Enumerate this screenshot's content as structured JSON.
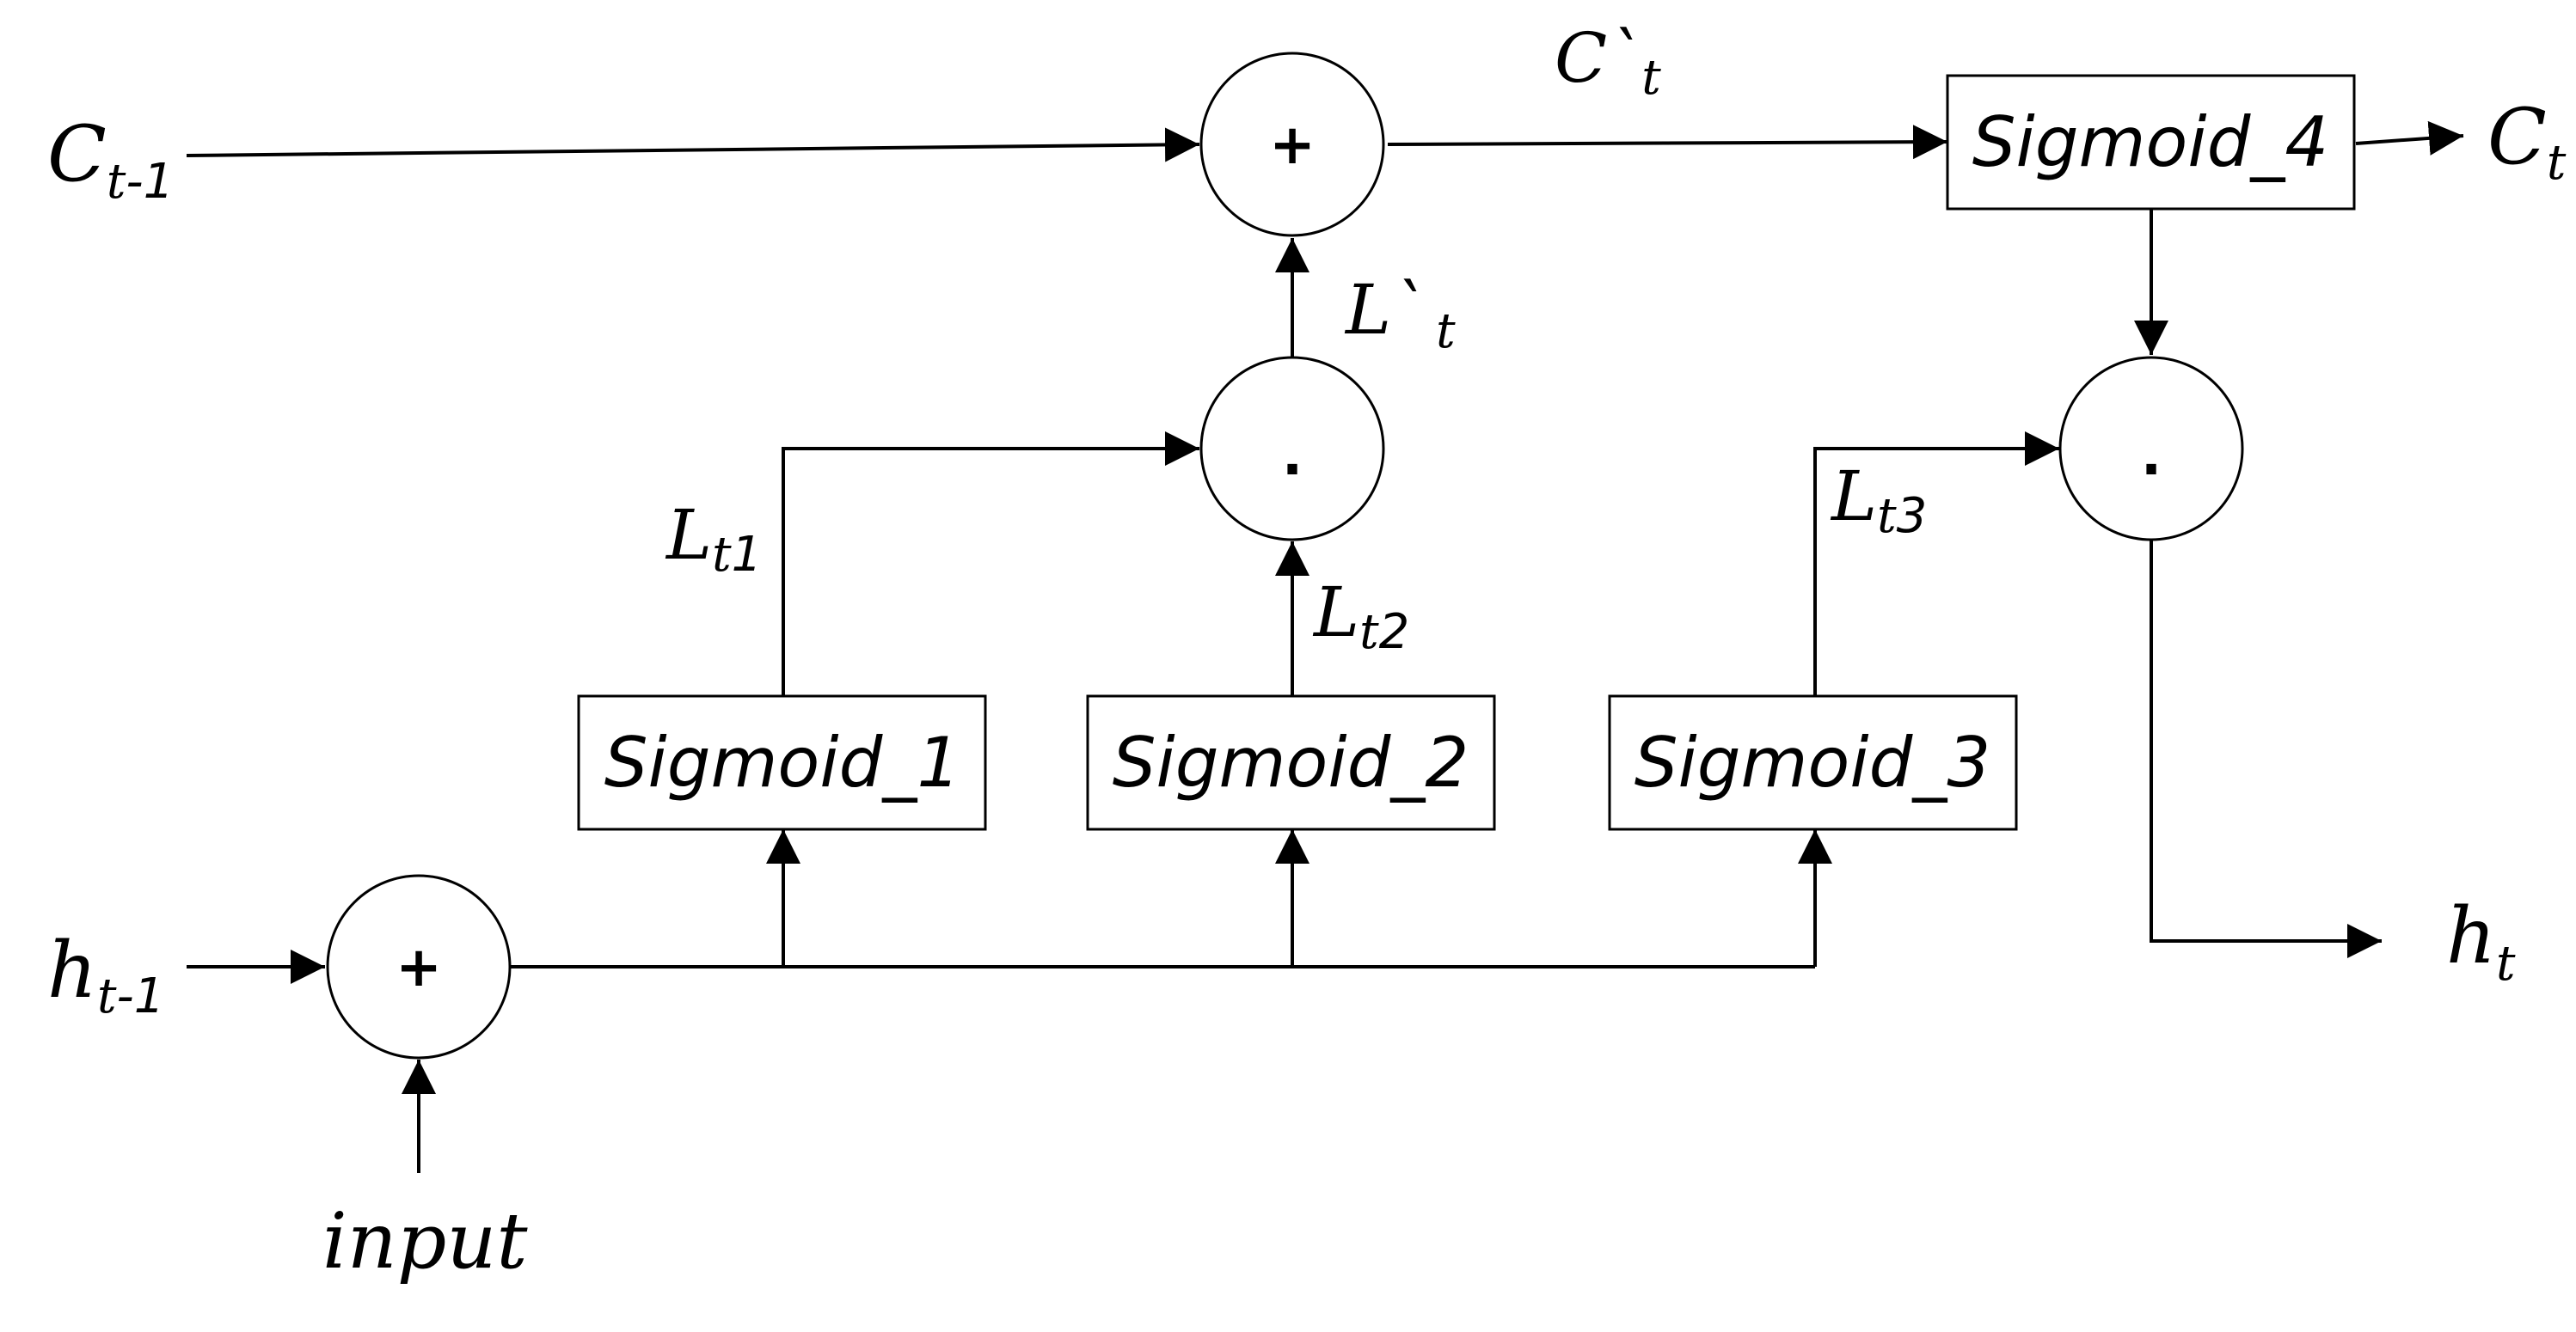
{
  "labels": {
    "c_prev": {
      "main": "C",
      "sub_var": "t",
      "sub_rest": "-1"
    },
    "c_tilde": {
      "main": "C`",
      "sub_var": "t"
    },
    "c_out": {
      "main": "C",
      "sub_var": "t"
    },
    "l_tilde": {
      "main": "L`",
      "sub_var": "t"
    },
    "l_t1": {
      "main": "L",
      "sub_var": "t",
      "sub_rest": "1"
    },
    "l_t2": {
      "main": "L",
      "sub_var": "t",
      "sub_rest": "2"
    },
    "l_t3": {
      "main": "L",
      "sub_var": "t",
      "sub_rest": "3"
    },
    "h_prev": {
      "main": "h",
      "sub_var": "t",
      "sub_rest": "-1"
    },
    "h_out": {
      "main": "h",
      "sub_var": "t"
    },
    "input": "input"
  },
  "boxes": {
    "sigmoid_1": "Sigmoid_1",
    "sigmoid_2": "Sigmoid_2",
    "sigmoid_3": "Sigmoid_3",
    "sigmoid_4": "Sigmoid_4"
  },
  "operators": {
    "add_top": "+",
    "add_bottom": "+",
    "mul_mid": ".",
    "mul_right": "."
  }
}
